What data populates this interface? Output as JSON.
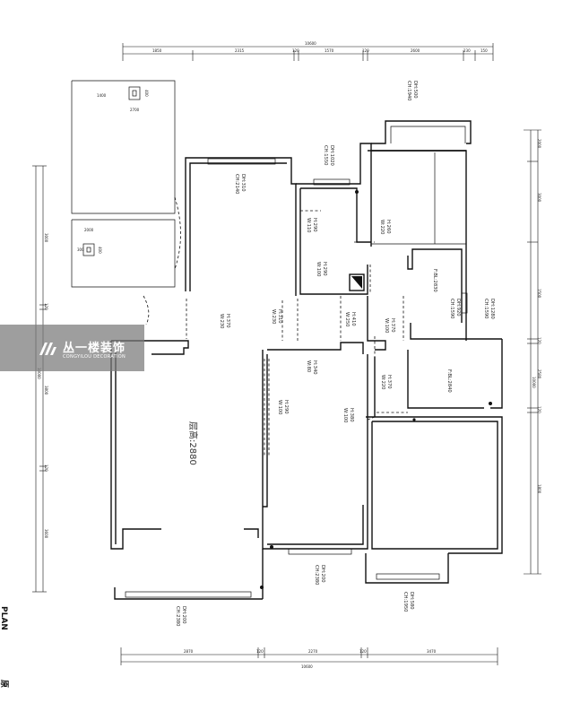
{
  "plan": {
    "footer_label": "PLAN",
    "footer_label_2": "原",
    "living_room": "层高:2880",
    "dims": {
      "top_total": "10600",
      "top_segments": [
        "1850",
        "2315",
        "120",
        "1570",
        "120",
        "2600",
        "230",
        "150"
      ],
      "bottom_total": "10600",
      "bottom_segments": [
        "2870",
        "120",
        "2270",
        "120",
        "3470"
      ],
      "left_total": "10000",
      "left_segments": [
        "3000",
        "120",
        "3800",
        "120",
        "3600"
      ],
      "right_total": "10000",
      "right_segments": [
        "2000",
        "3000",
        "1500",
        "120",
        "2580",
        "120",
        "1800"
      ]
    },
    "openings": [
      "CH:1940",
      "DH:500",
      "CH:1550",
      "DH:1020",
      "CH:2140",
      "DH:310",
      "CH:1590",
      "DH:1280",
      "CH:1590",
      "DH:920",
      "CH:2380",
      "DH:200",
      "CH:1950",
      "DH:580",
      "CH:2380",
      "DH:200"
    ],
    "doors": [
      "H:290",
      "W:110",
      "H:290",
      "W:100",
      "H:260",
      "W:220",
      "H:370",
      "W:230",
      "H:310",
      "W:230",
      "H:410",
      "W:250",
      "H:370",
      "W:100",
      "H:340",
      "W:80",
      "H:290",
      "W:100",
      "H:380",
      "W:100",
      "H:370",
      "W:220"
    ],
    "room_heights": [
      "F:BL:2830",
      "F:BL:2840"
    ],
    "small_dims": [
      "1400",
      "400",
      "2700",
      "400",
      "300",
      "2000"
    ]
  },
  "logo": {
    "name_cn": "丛一楼装饰",
    "name_en": "CONGYILOU DECORATION"
  }
}
